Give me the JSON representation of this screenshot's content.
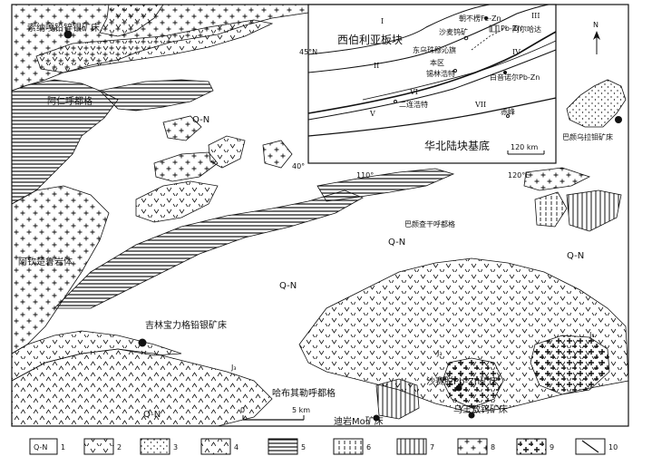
{
  "map": {
    "unit_QN": "Q-N",
    "labels": {
      "suonaga": "索纳嘎铅锌银矿床",
      "arenhu": "阿仁呼都格",
      "ayinchu": "阿钦楚鲁岩体",
      "bayanchagan": "巴颜查干呼都格",
      "jilin": "吉林宝力格铅银矿床",
      "habuqi": "哈布其勒呼都格",
      "diyan": "迪岩Mo矿床",
      "shasaituo": "沙赛脱Pb-Zn矿床",
      "wushishi": "乌王敖钨矿床",
      "bayanwula": "巴颜乌拉钼矿床",
      "j3": "J₃"
    },
    "scale_bar": {
      "zero": "0",
      "length": "5 km"
    },
    "north": "N"
  },
  "inset": {
    "lat_top": "45°N",
    "lat_bottom": "40°",
    "lon_left": "110°",
    "lon_right": "120°E",
    "siberia": "西伯利亚板块",
    "huabei": "华北陆块基底",
    "scale": "120 km",
    "roman": [
      "I",
      "II",
      "III",
      "IV",
      "V",
      "VI",
      "VII"
    ],
    "places": {
      "chaobuleng": "朝不楞Fe-Zn",
      "shamai": "沙麦钨矿",
      "arxiang": "阿尔哈达",
      "dongwu": "东乌珠穆沁旗",
      "xilinhot": "锡林浩特",
      "baiyinnuoer": "白音诺尔Pb-Zn",
      "erlian": "二连浩特",
      "chifeng": "赤峰",
      "pbzn_legend": "Pb-Zn",
      "study": "本区"
    }
  },
  "legend": {
    "items": [
      {
        "num": "1",
        "text": "Q-N"
      },
      {
        "num": "2"
      },
      {
        "num": "3"
      },
      {
        "num": "4"
      },
      {
        "num": "5"
      },
      {
        "num": "6"
      },
      {
        "num": "7"
      },
      {
        "num": "8"
      },
      {
        "num": "9"
      },
      {
        "num": "10"
      }
    ]
  }
}
